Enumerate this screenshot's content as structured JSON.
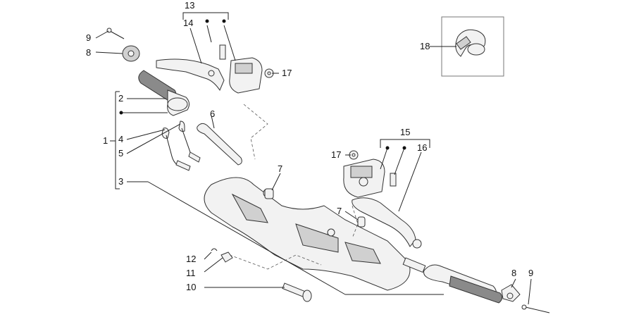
{
  "callouts": {
    "c1": "1",
    "c2": "2",
    "c3": "3",
    "c4": "4",
    "c5": "5",
    "c6": "6",
    "c7a": "7",
    "c7b": "7",
    "c8a": "8",
    "c8b": "8",
    "c9a": "9",
    "c9b": "9",
    "c10": "10",
    "c11": "11",
    "c12": "12",
    "c13": "13",
    "c14": "14",
    "c15": "15",
    "c16": "16",
    "c17a": "17",
    "c17b": "17",
    "c18": "18"
  },
  "colors": {
    "line": "#222222",
    "part_fill": "#f2f2f2",
    "rubber": "#8a8a8a"
  }
}
